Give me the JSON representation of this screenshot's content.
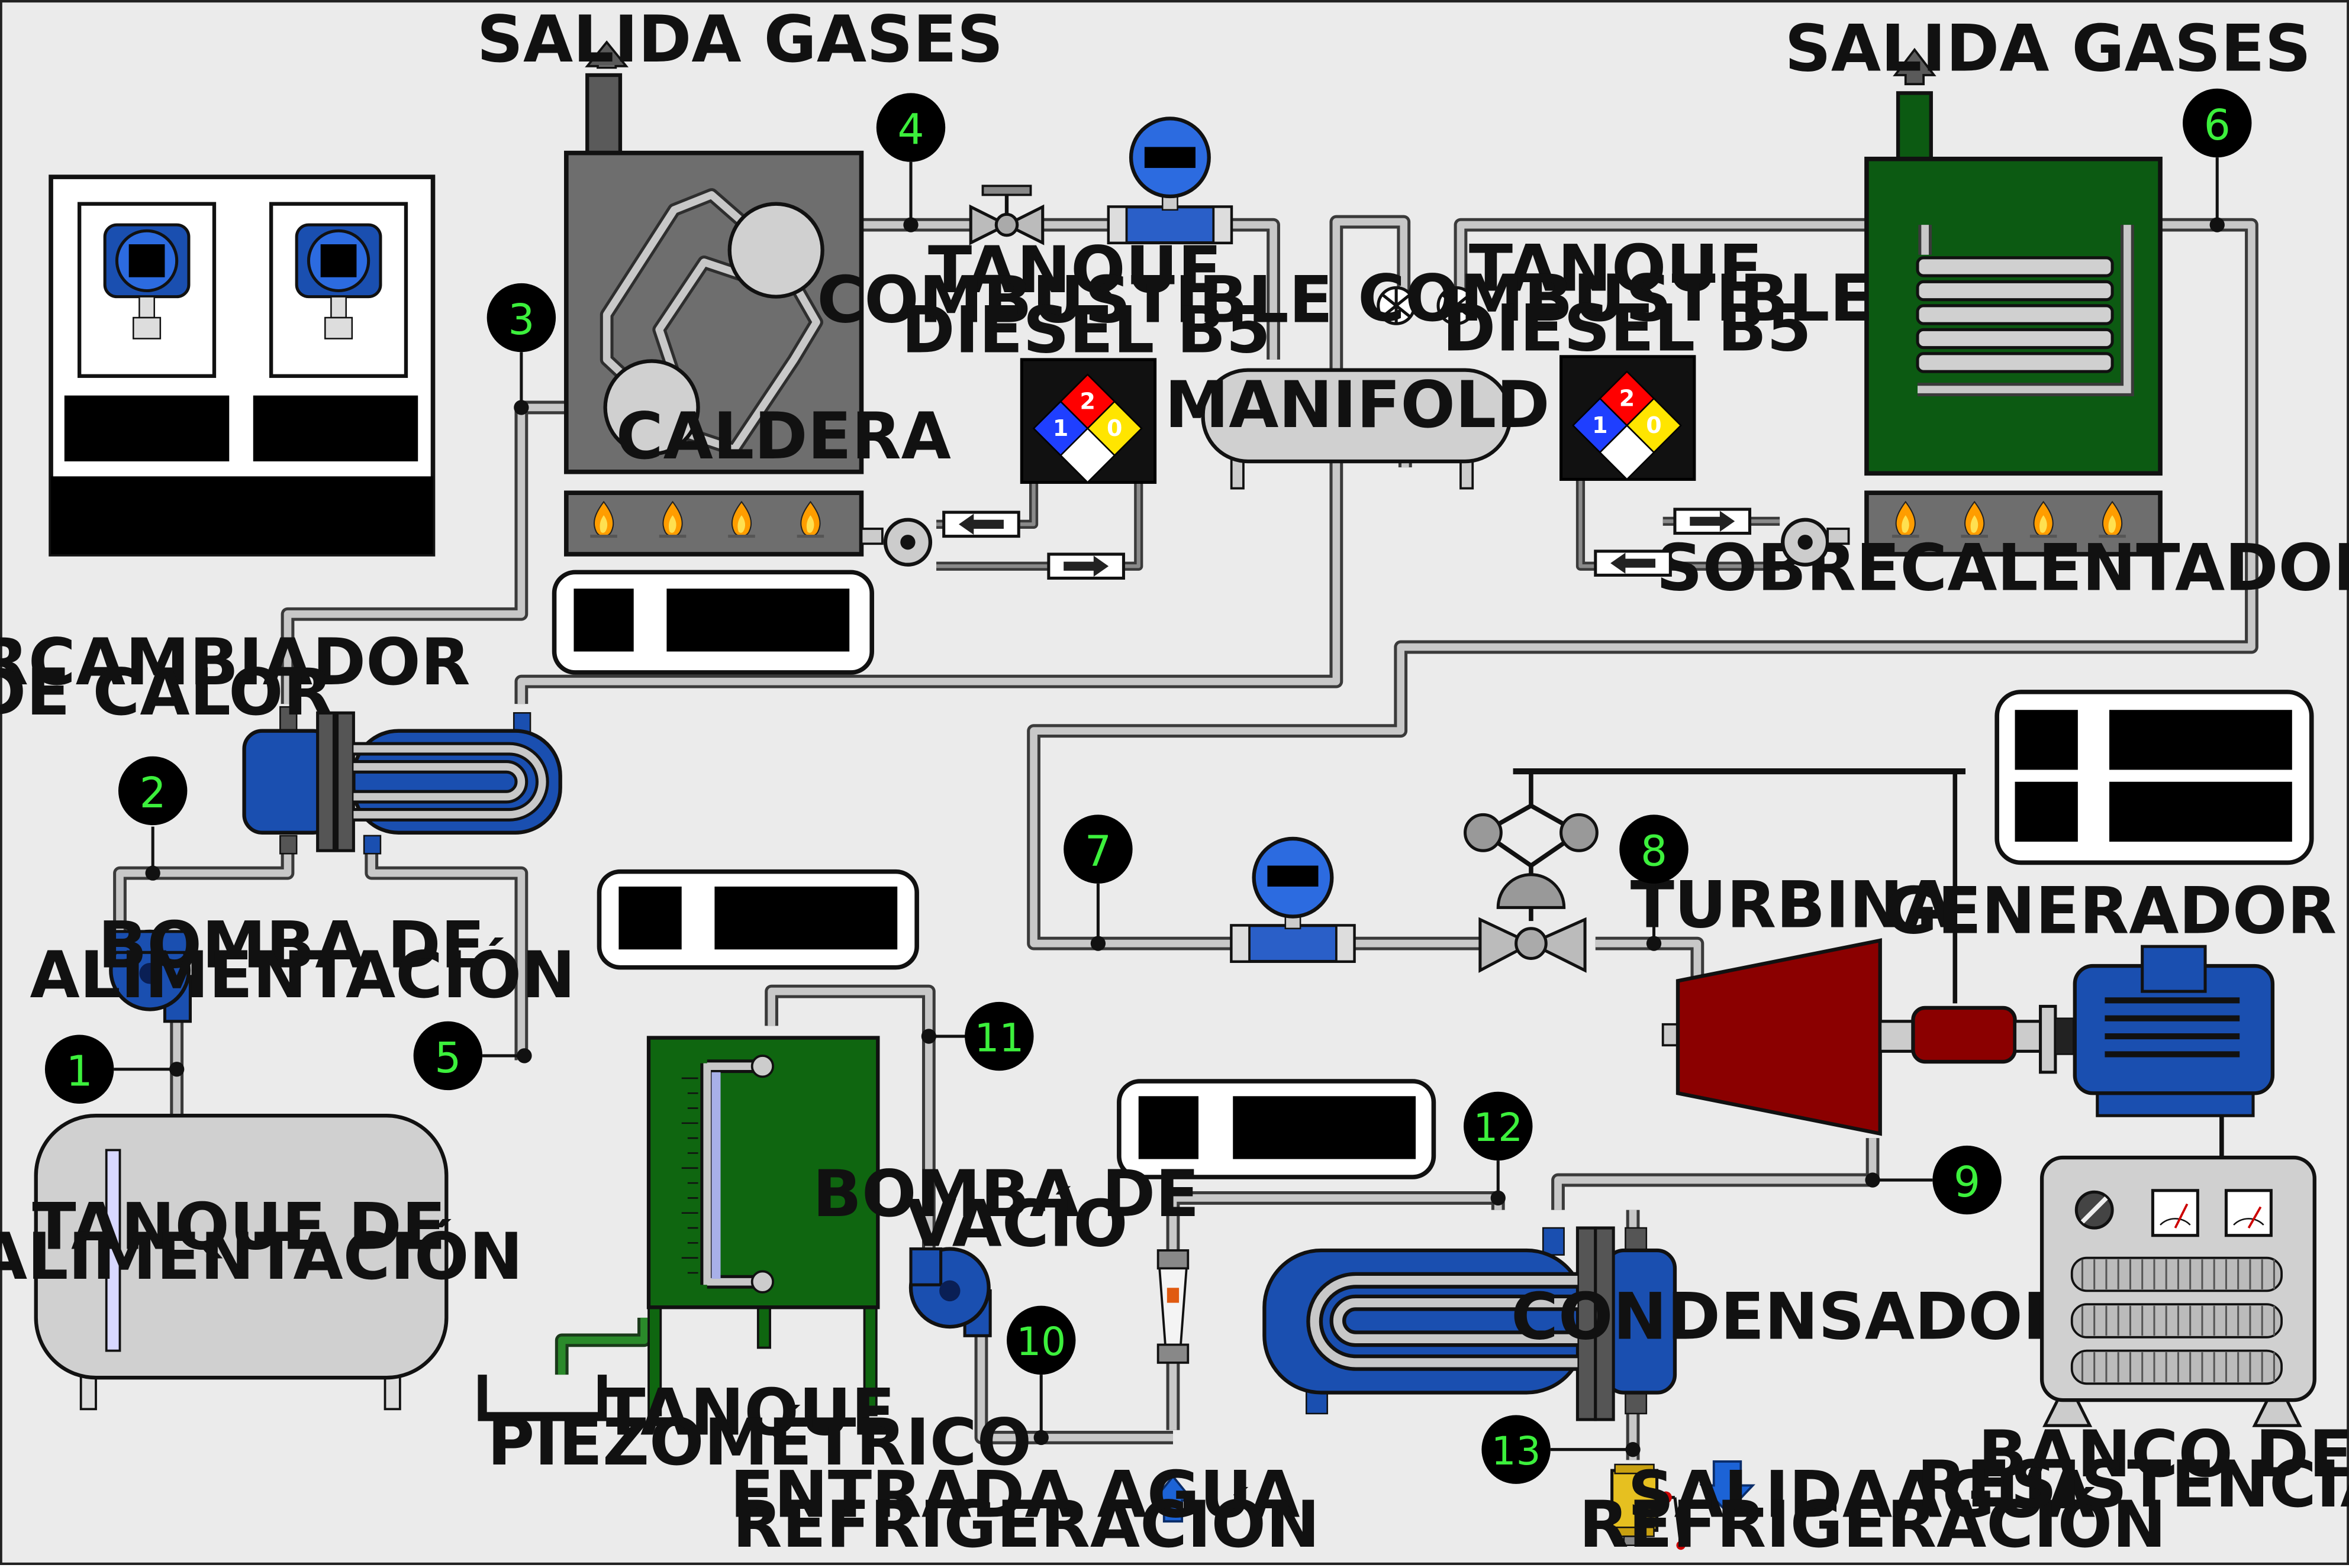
{
  "labels": {
    "salida_gases_1": "SALIDA GASES",
    "salida_gases_2": "SALIDA GASES",
    "caldera": "CALDERA",
    "tanque_comb_1": [
      "TANQUE",
      "COMBUSTIBLE",
      "DIESEL B5"
    ],
    "tanque_comb_2": [
      "TANQUE",
      "COMBUSTIBLE",
      "DIESEL B5"
    ],
    "manifold": "MANIFOLD",
    "sobrecalentador": "SOBRECALENTADOR",
    "intercambiador": [
      "INTERCAMBIADOR",
      "DE CALOR"
    ],
    "bomba_alimentacion": [
      "BOMBA DE",
      "ALIMENTACIÓN"
    ],
    "tanque_alimentacion": [
      "TANQUE DE",
      "ALIMENTACIÓN"
    ],
    "tanque_piezometrico": [
      "TANQUE",
      "PIEZOMÉTRICO"
    ],
    "bomba_vacio": [
      "BOMBA DE",
      "VACÍO"
    ],
    "entrada_agua": [
      "ENTRADA AGUA",
      "REFRIGERACIÓN"
    ],
    "salida_agua": [
      "SALIDAAGUA",
      "REFRIGERACIÓN"
    ],
    "condensador": "CONDENSADOR",
    "turbina": "TURBINA",
    "generador": "GENERADOR DC",
    "banco": [
      "BANCO DE",
      "RESISTENCIAS"
    ]
  },
  "nfpa_diamond": {
    "health": "1",
    "flammability": "2",
    "instability": "0"
  },
  "measurement_points": [
    "1",
    "2",
    "3",
    "4",
    "5",
    "6",
    "7",
    "8",
    "9",
    "10",
    "11",
    "12",
    "13"
  ],
  "colors": {
    "background": "#ebebeb",
    "pipe": "#c8c8c8",
    "pipe_outline": "#3a3a3a",
    "boiler": "#6e6e6e",
    "superheater": "#0c5a12",
    "piezometric_tank": "#0f6610",
    "blue_equipment": "#1a4fb0",
    "turbine": "#8b0000",
    "marker_fill": "#000000",
    "marker_text": "#3cf03c",
    "flow_arrow_blue": "#1c63d6",
    "gas_arrow": "#5a5a5a"
  },
  "icons": [
    "flame-icon",
    "up-arrow-icon",
    "down-arrow-icon",
    "pressure-transmitter-icon",
    "flow-meter-icon",
    "valve-icon",
    "pump-icon",
    "nfpa-diamond-icon",
    "ammeter-icon",
    "voltmeter-icon",
    "rotameter-icon"
  ]
}
